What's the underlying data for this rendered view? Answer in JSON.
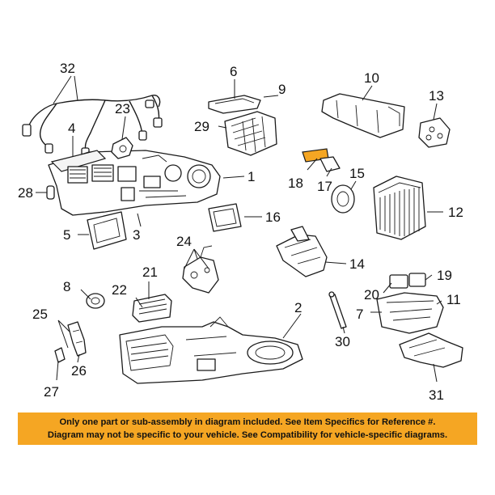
{
  "callouts": {
    "c1": "1",
    "c2": "2",
    "c3": "3",
    "c4": "4",
    "c5": "5",
    "c6": "6",
    "c7": "7",
    "c8": "8",
    "c9": "9",
    "c10": "10",
    "c11": "11",
    "c12": "12",
    "c13": "13",
    "c14": "14",
    "c15": "15",
    "c16": "16",
    "c17": "17",
    "c18": "18",
    "c19": "19",
    "c20": "20",
    "c21": "21",
    "c22": "22",
    "c23": "23",
    "c24": "24",
    "c25": "25",
    "c26": "26",
    "c27": "27",
    "c28": "28",
    "c29": "29",
    "c30": "30",
    "c31": "31",
    "c32": "32"
  },
  "disclaimer": {
    "line1": "Only one part or sub-assembly in diagram included. See Item Specifics for Reference #.",
    "line2": "Diagram may not be specific to your vehicle. See Compatibility for vehicle-specific diagrams."
  },
  "colors": {
    "banner": "#f5a623",
    "highlight_part": "#f5a623"
  }
}
